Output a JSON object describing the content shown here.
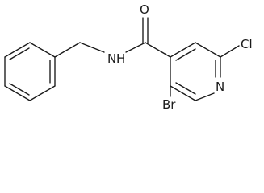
{
  "molecule": {
    "atoms": {
      "oxygen": "O",
      "amide_nitrogen": "N",
      "amide_hydrogen": "H",
      "ring_nitrogen": "N",
      "chlorine": "Cl",
      "bromine": "Br"
    },
    "colors": {
      "bond": "#1a1a1a",
      "label": "#1a1a1a",
      "background": "#ffffff"
    }
  }
}
